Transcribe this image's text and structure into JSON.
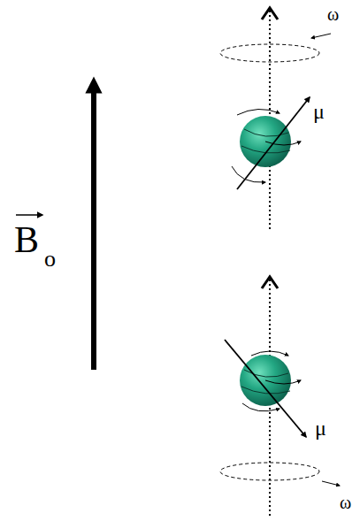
{
  "diagram": {
    "labels": [
      "B",
      "o",
      "ω",
      "μ",
      "μ",
      "ω"
    ]
  }
}
